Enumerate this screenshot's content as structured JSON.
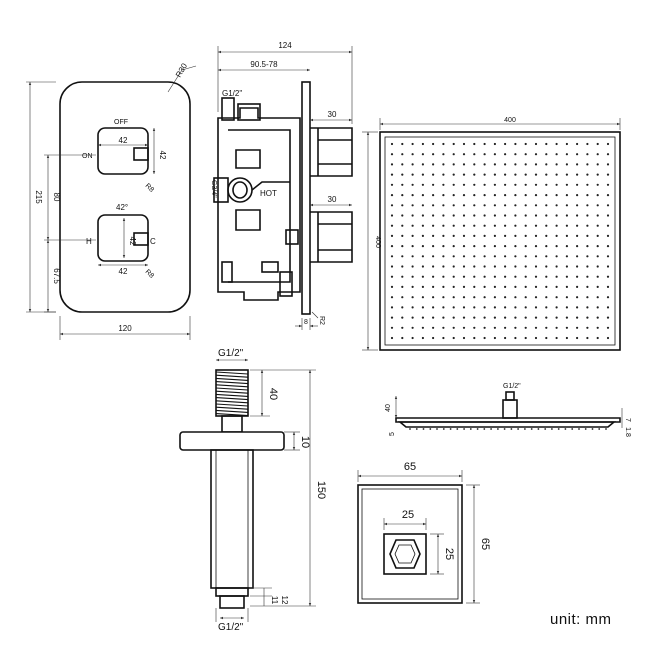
{
  "labels": {
    "r30": "R30",
    "off": "OFF",
    "on": "ON",
    "h": "H",
    "c": "C",
    "hot": "HOT",
    "r8_top": "R8",
    "r8_bottom": "R8",
    "g12_body": "G1/2\"",
    "g34_body": "G3/4\"",
    "g12_arm_top": "G1/2\"",
    "g12_arm_bottom": "G1/2\"",
    "g12_head": "G1/2\"",
    "r2": "R2"
  },
  "dimensions": {
    "plate_width": "120",
    "plate_height": "215",
    "dim_80": "80",
    "dim_67_5": "67.5",
    "button1_w": "42",
    "button1_h": "42",
    "button2_w": "42",
    "button2_h": "42",
    "angle": "42°",
    "body_depth": "124",
    "body_range": "90.5-78",
    "knob1_depth": "30",
    "knob2_depth": "30",
    "plate_thickness": "8",
    "head_width": "400",
    "head_height": "400",
    "head_profile_h": "40",
    "head_profile_5": "5",
    "head_profile_18": "1.8",
    "head_profile_7": "7",
    "arm_thread": "40",
    "arm_flange": "10",
    "arm_length": "150",
    "arm_12": "12",
    "arm_11": "11",
    "flange_w": "65",
    "flange_h": "65",
    "hex_w": "25",
    "hex_h": "25"
  },
  "unit": "unit: mm"
}
